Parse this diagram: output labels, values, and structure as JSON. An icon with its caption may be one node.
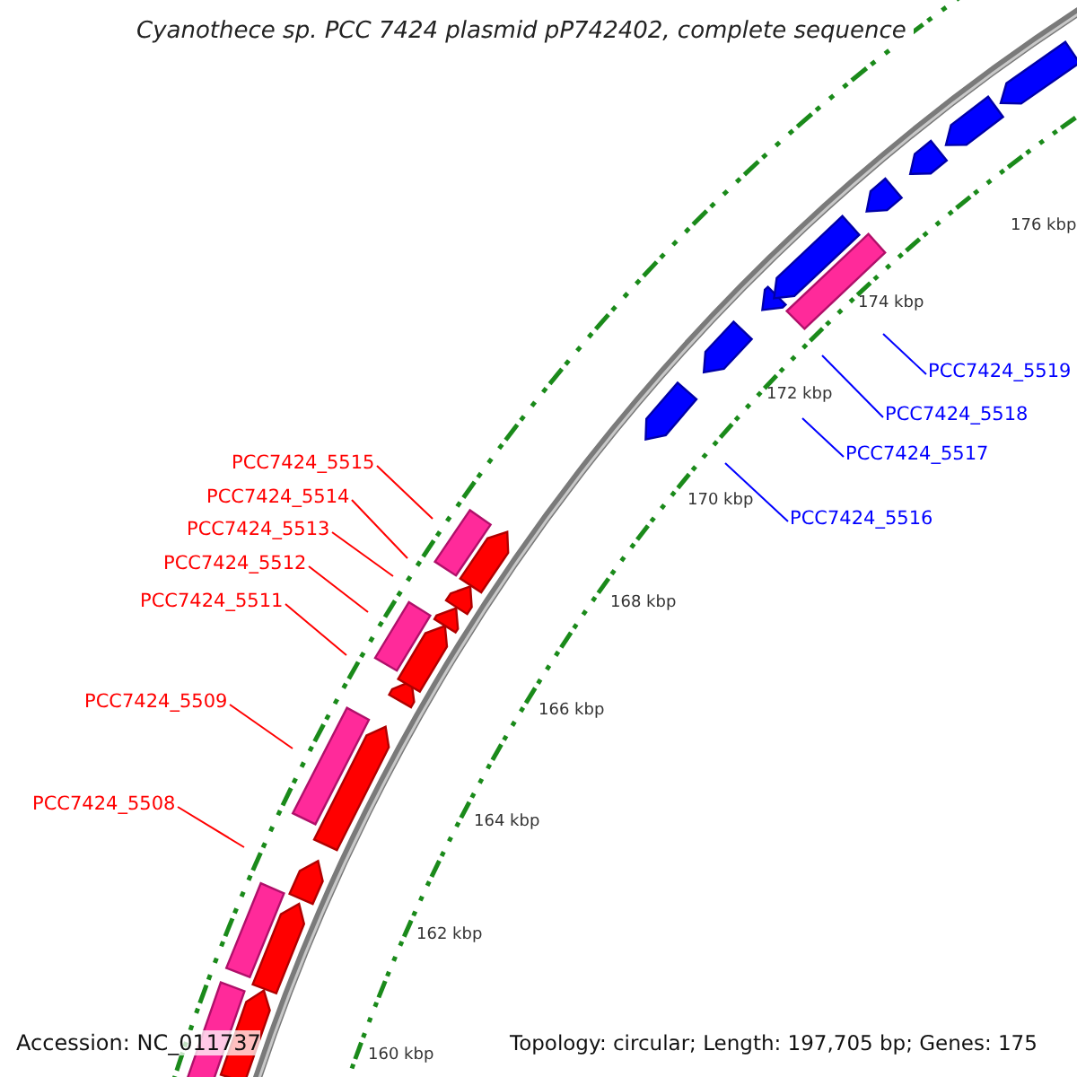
{
  "diagram": {
    "title": "Cyanothece sp. PCC 7424 plasmid pP742402, complete sequence",
    "nodes": [
      {
        "text": [
          "PCC7424_5515"
        ]
      },
      {
        "text": [
          "PCC7424_5514"
        ]
      },
      {
        "text": [
          "PCC7424_5513"
        ]
      },
      {
        "text": [
          "PCC7424_5512"
        ]
      },
      {
        "text": [
          "PCC7424_5511"
        ]
      },
      {
        "text": [
          "PCC7424_5509"
        ]
      },
      {
        "text": [
          "PCC7424_5508"
        ]
      },
      {
        "text": [
          "PCC7424_5519"
        ]
      },
      {
        "text": [
          "PCC7424_5518"
        ]
      },
      {
        "text": [
          "PCC7424_5517"
        ]
      },
      {
        "text": [
          "PCC7424_5516"
        ]
      }
    ],
    "edges": [
      {
        "from": 0,
        "to": null,
        "arrow": "none"
      },
      {
        "from": 1,
        "to": null,
        "arrow": "none"
      },
      {
        "from": 2,
        "to": null,
        "arrow": "none"
      },
      {
        "from": 3,
        "to": null,
        "arrow": "none"
      },
      {
        "from": 4,
        "to": null,
        "arrow": "none"
      },
      {
        "from": 5,
        "to": null,
        "arrow": "none"
      },
      {
        "from": 6,
        "to": null,
        "arrow": "none"
      },
      {
        "from": 7,
        "to": null,
        "arrow": "none",
        "color": "#0000ff"
      },
      {
        "from": 8,
        "to": null,
        "arrow": "none",
        "color": "#0000ff"
      },
      {
        "from": 9,
        "to": null,
        "arrow": "none",
        "color": "#0000ff"
      },
      {
        "from": 10,
        "to": null,
        "arrow": "none",
        "color": "#0000ff"
      }
    ],
    "labels": [
      "176 kbp",
      "174 kbp",
      "172 kbp",
      "170 kbp",
      "168 kbp",
      "166 kbp",
      "164 kbp",
      "162 kbp",
      "160 kbp",
      "Accession: NC_011737",
      "Topology: circular; Length: 197,705 bp; Genes: 175"
    ]
  }
}
